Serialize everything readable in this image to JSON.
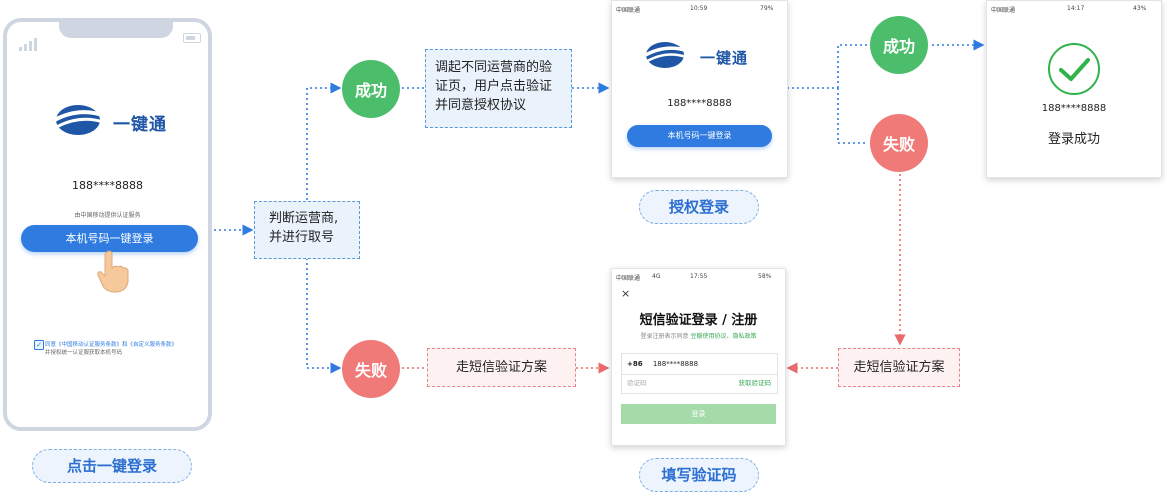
{
  "phone": {
    "brand": "一键通",
    "number": "188****8888",
    "provider": "由中国移动提供认证服务",
    "button": "本机号码一键登录",
    "agreement_line1": "同意《中国移动认证服务条款》和《自定义服务条款》",
    "agreement_line2": "并授权统一认证服获取本机号码"
  },
  "labels": {
    "click_login": "点击一键登录",
    "auth_login": "授权登录",
    "fill_code": "填写验证码"
  },
  "boxes": {
    "judge_line1": "判断运营商,",
    "judge_line2": "并进行取号",
    "call_line1": "调起不同运营商的验",
    "call_line2": "证页，用户点击验证",
    "call_line3": "并同意授权协议",
    "sms_left": "走短信验证方案",
    "sms_right": "走短信验证方案"
  },
  "nodes": {
    "success": "成功",
    "fail": "失败"
  },
  "auth_screen": {
    "carrier": "中国联通",
    "time": "10:59",
    "battery": "79%",
    "brand": "一键通",
    "number": "188****8888",
    "button": "本机号码一键登录"
  },
  "success_screen": {
    "carrier": "中国联通",
    "time": "14:17",
    "battery": "43%",
    "number": "188****8888",
    "text": "登录成功"
  },
  "sms_screen": {
    "carrier": "中国联通",
    "net": "4G",
    "time": "17:55",
    "battery": "58%",
    "close": "×",
    "title": "短信验证登录 / 注册",
    "sub_prefix": "登录注册表示同意 ",
    "sub_link": "豆瓣使用协议、隐私政策",
    "country": "+86",
    "phone": "188****8888",
    "code_placeholder": "验证码",
    "get_code": "获取验证码",
    "login": "登录"
  },
  "colors": {
    "blue_line": "#2f7be0",
    "red_line": "#e86a6a",
    "success": "#4cbd6b",
    "fail": "#f07a78"
  }
}
